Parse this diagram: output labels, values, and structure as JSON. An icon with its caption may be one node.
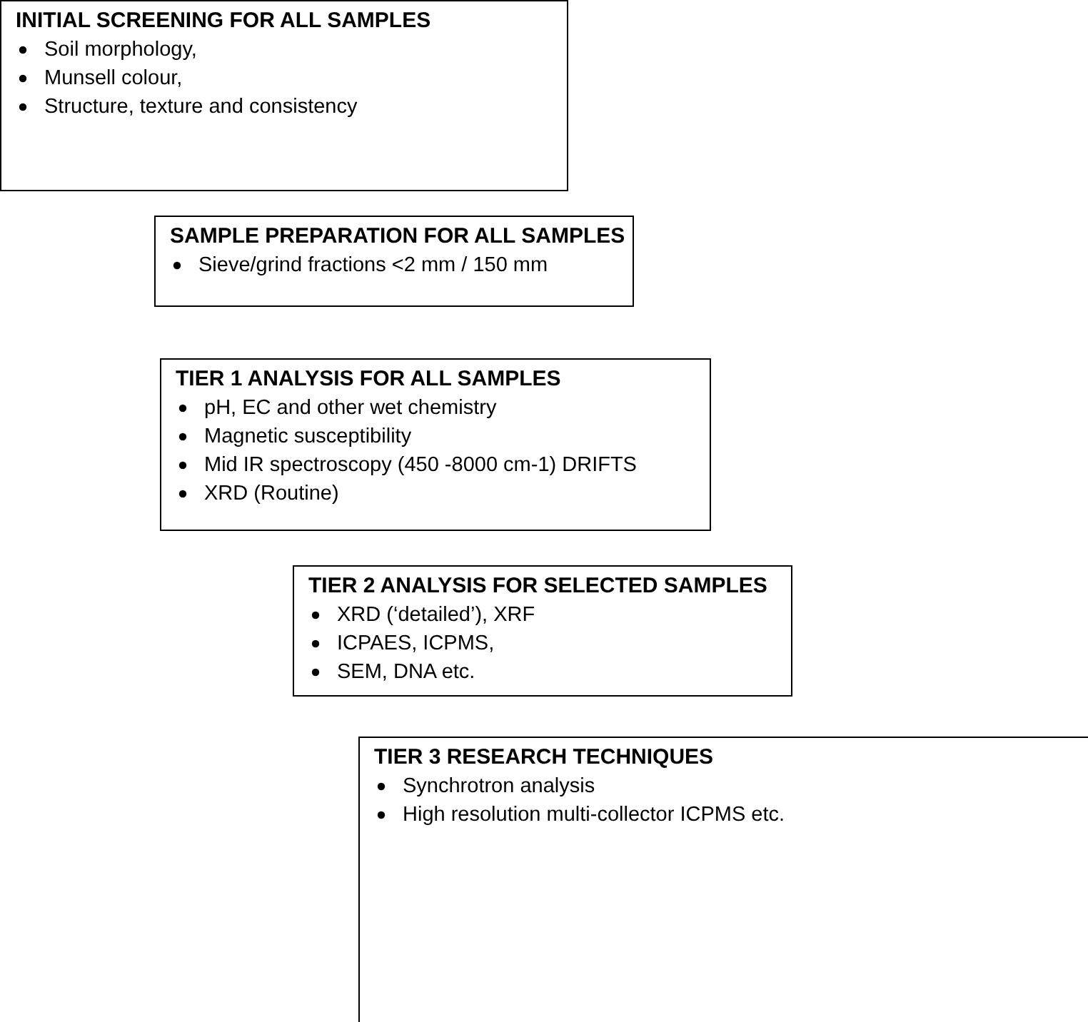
{
  "diagram": {
    "nodes": [
      {
        "text": [
          "INITIAL SCREENING FOR ALL SAMPLES",
          "Soil morphology,",
          "Munsell colour,",
          "Structure, texture and consistency"
        ]
      },
      {
        "text": [
          "SAMPLE PREPARATION FOR ALL SAMPLES",
          "Sieve/grind fractions <2 mm / 150 mm"
        ]
      },
      {
        "text": [
          "TIER 1 ANALYSIS FOR ALL SAMPLES",
          "pH, EC and other wet chemistry",
          "Magnetic susceptibility",
          "Mid IR spectroscopy (450 -8000 cm-1) DRIFTS",
          "XRD (Routine)"
        ]
      },
      {
        "text": [
          "TIER 2 ANALYSIS FOR SELECTED SAMPLES",
          "XRD (‘detailed’), XRF",
          "ICPAES, ICPMS,",
          "SEM, DNA etc."
        ]
      },
      {
        "text": [
          "TIER 3 RESEARCH TECHNIQUES",
          "Synchrotron analysis",
          "High resolution multi-collector ICPMS etc."
        ]
      }
    ],
    "edges": []
  }
}
